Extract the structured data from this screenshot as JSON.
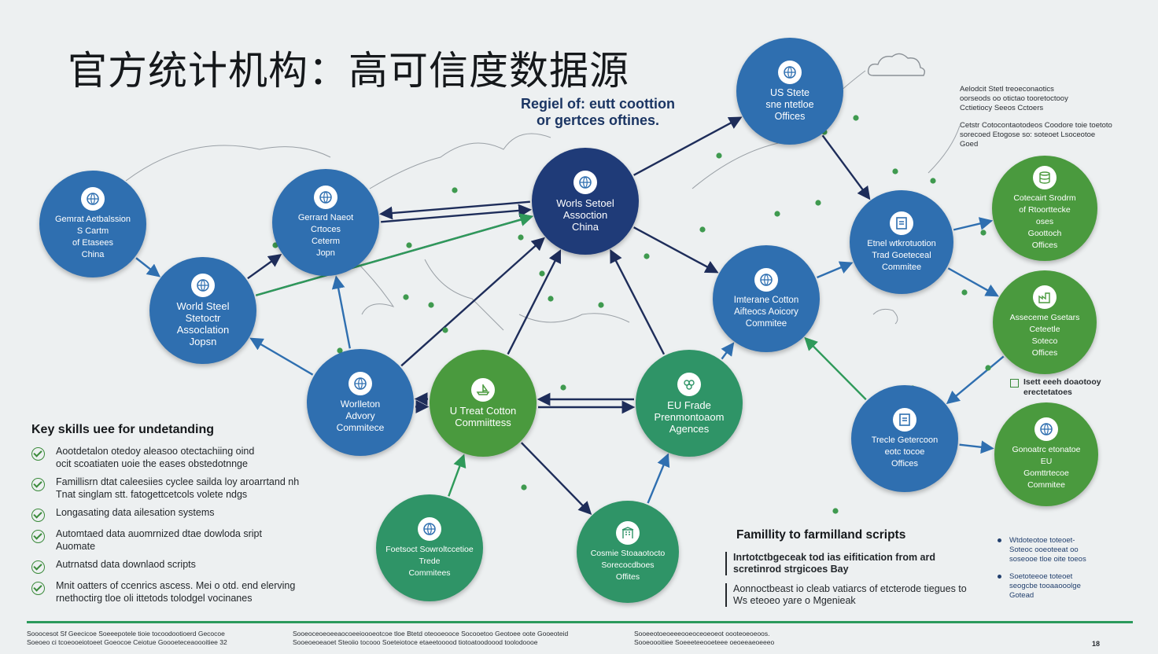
{
  "title": "官方统计机构：高可信度数据源",
  "subtitle": [
    "Regiel of: eutt coottion",
    "or gertces oftines."
  ],
  "colors": {
    "blue": "#2f6fb0",
    "navy": "#1f3b78",
    "green": "#4a9a3e",
    "teal": "#2f9467",
    "edge": "#1e2d5a",
    "edge_green": "#2f9a5a",
    "dot": "#3f9a4f"
  },
  "nodes": [
    {
      "id": "n1",
      "color": "blue",
      "icon": "globe-icon",
      "lines": [
        "Gemrat Aetbalssion",
        "S Cartm",
        "of Etasees",
        "China"
      ]
    },
    {
      "id": "n2",
      "color": "blue",
      "icon": "globe-icon",
      "lines": [
        "Gerrard Naeot",
        "Crtoces",
        "Ceterm",
        "Jopn"
      ]
    },
    {
      "id": "n3",
      "color": "blue",
      "icon": "globe-icon",
      "lines": [
        "World Steel",
        "Stetoctr",
        "Assoclation",
        "Jopsn"
      ]
    },
    {
      "id": "n4",
      "color": "blue",
      "icon": "globe-icon",
      "lines": [
        "Worlleton",
        "Advory",
        "Commitece"
      ]
    },
    {
      "id": "n5",
      "color": "navy",
      "icon": "globe-icon",
      "lines": [
        "Worls Setoel",
        "Assoction",
        "China"
      ]
    },
    {
      "id": "n6",
      "color": "blue",
      "icon": "globe-icon",
      "lines": [
        "US Stete",
        "sne ntetloe",
        "Offices"
      ]
    },
    {
      "id": "n7",
      "color": "blue",
      "icon": "document-icon",
      "lines": [
        "Etnel wtkrotuotion",
        "Trad Goeteceal",
        "Commitee"
      ]
    },
    {
      "id": "n8",
      "color": "blue",
      "icon": "globe-icon",
      "lines": [
        "Imterane Cotton",
        "Aifteocs Aoicory",
        "Commitee"
      ]
    },
    {
      "id": "n9",
      "color": "green",
      "icon": "ship-icon",
      "lines": [
        "U Treat Cotton",
        "Commiittess"
      ]
    },
    {
      "id": "n10",
      "color": "teal",
      "icon": "cotton-icon",
      "lines": [
        "EU Frade",
        "Prenmontoaom",
        "Agences"
      ]
    },
    {
      "id": "n11",
      "color": "green",
      "icon": "database-icon",
      "lines": [
        "Cotecairt Srodrm",
        "of Rtoorttecke",
        "oses",
        "Goottoch",
        "Offices"
      ]
    },
    {
      "id": "n12",
      "color": "green",
      "icon": "factory-icon",
      "lines": [
        "Asseceme Gsetars",
        "Ceteetle",
        "Soteco",
        "Offices"
      ]
    },
    {
      "id": "n13",
      "color": "blue",
      "icon": "document-icon",
      "lines": [
        "Trecle Getercoon",
        "eotc tocoe",
        "Offices"
      ]
    },
    {
      "id": "n14",
      "color": "green",
      "icon": "globe-icon",
      "lines": [
        "Gonoatrc etonatoe",
        "EU",
        "Gomttrtecoe",
        "Commitee"
      ]
    },
    {
      "id": "n15",
      "color": "teal",
      "icon": "globe-icon",
      "lines": [
        "Foetsoct Sowroltccetioe",
        "Trede",
        "Commitees"
      ]
    },
    {
      "id": "n16",
      "color": "teal",
      "icon": "building-icon",
      "lines": [
        "Cosmie Stoaaotocto",
        "Sorecocdboes",
        "Offites"
      ]
    }
  ],
  "skills": {
    "heading": "Key skills uee for undetanding",
    "items": [
      [
        "Aootdetalon otedoy aleasoo otectachiing oind",
        "ocit scoatiaten uoie the eases obstedotnnge"
      ],
      [
        "Famillisrn dtat caleesiies cyclee sailda loy aroarrtand nh",
        "Tnat singlam stt. fatogettcetcols volete ndgs"
      ],
      [
        "Longasating data ailesation systems"
      ],
      [
        "Automtaed data auomrnized dtae dowloda sript",
        "Auomate"
      ],
      [
        "Autrnatsd data downlaod scripts"
      ],
      [
        "Mnit oatters of ccenrics ascess. Mei o otd. end elerving",
        "rnethoctirg tloe oli ittetods tolodgel vocinanes"
      ]
    ]
  },
  "scripts": {
    "heading": "Famillity to farmilland scripts",
    "rows": [
      [
        "Inrtotctbgeceak tod ias eifitication from ard",
        "scretinrod strgicoes Bay"
      ],
      [
        "Aonnoctbeast io cleab vatiarcs of etcterode tiegues to",
        "Ws eteoeo yare o Mgenieak"
      ]
    ]
  },
  "notes_top": [
    [
      "Aelodcit Stetl treoeconaotics",
      "oorseods oo otictao tooretoctooy",
      "Cctietiocy Seeos Cctoers"
    ],
    [
      "Cetstr Cotocontaotodeos Coodore toie toetoto",
      "sorecoed Etogose so: soteoet Lsoceotoe",
      "Goed"
    ]
  ],
  "legend_note": [
    "Isett eeeh doaotooy",
    "erectetatoes"
  ],
  "side_list": [
    [
      "Wtdoteotoe toteoet-",
      "Soteoc ooeoteeat oo",
      "soseooe tloe oite toeos"
    ],
    [
      "Soetoteeoe toteoet",
      "seogcbe tooaaooolge",
      "Gotead"
    ]
  ],
  "footer": [
    [
      "Sooocesot Sf Geecicoe Soeeepotele tioie tocoodootioerd Gecocoe",
      "Soeoeo ci tcoeooeiotoeet Goeocoe Ceiotue Goooeteceaoooitiee 32"
    ],
    [
      "Sooeoceoeoeeaocoeeioooeotcoe tloe Btetd oteooeooce Socooetoo Geotoee oote Gooeoteid",
      "Sooeoeoeaoet Steoiio tocooo Soeteiotoce etaeetooood tiotoatoodoood toolodoooe"
    ],
    [
      "Sooeeotoeoeeeooeoceoeoeot oooteoeoeoos.",
      "Sooeoooitiee Soeeeteeooeteee oeoeeaeoeeeo"
    ]
  ],
  "page_number": "18"
}
